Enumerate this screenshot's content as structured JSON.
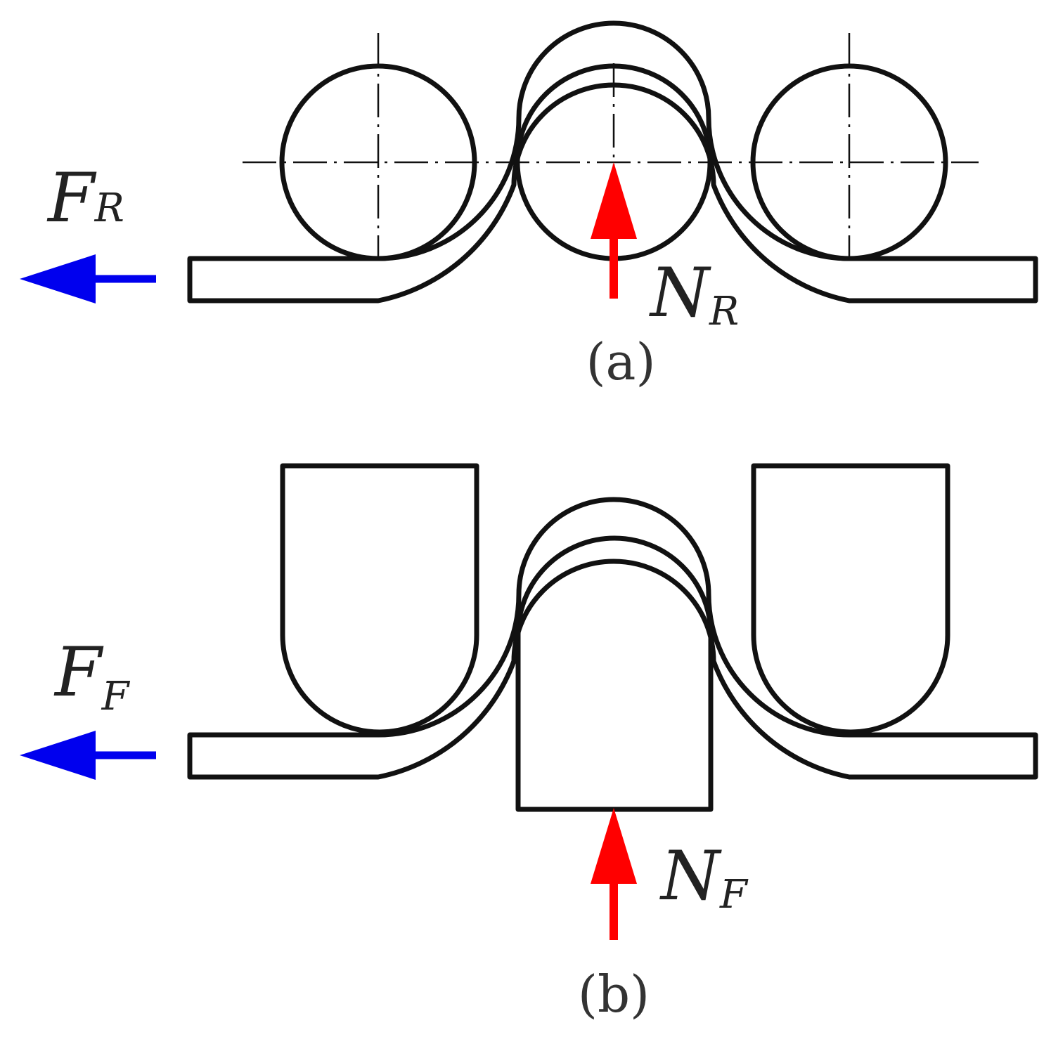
{
  "colors": {
    "outline": "#111111",
    "friction_force_arrow": "#0000ee",
    "normal_force_arrow": "#ff0000",
    "background": "#ffffff"
  },
  "panel_a": {
    "label": "(a)",
    "friction_force": {
      "symbol": "F",
      "subscript": "R"
    },
    "normal_force": {
      "symbol": "N",
      "subscript": "R"
    }
  },
  "panel_b": {
    "label": "(b)",
    "friction_force": {
      "symbol": "F",
      "subscript": "F"
    },
    "normal_force": {
      "symbol": "N",
      "subscript": "F"
    }
  }
}
